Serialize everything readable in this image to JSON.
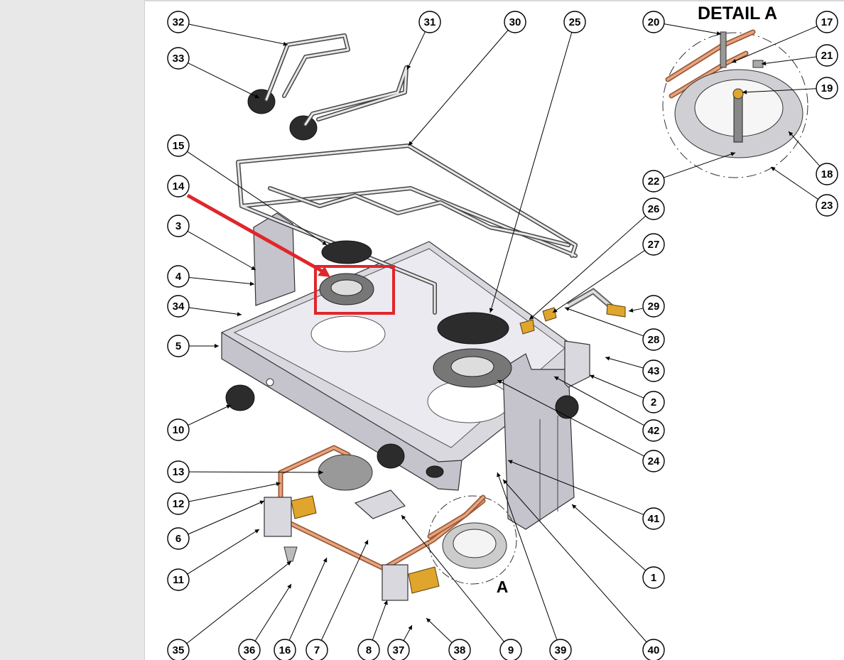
{
  "detail_title": "DETAIL A",
  "detail_marker": "A",
  "callouts": [
    {
      "id": "c32",
      "label": "32"
    },
    {
      "id": "c33",
      "label": "33"
    },
    {
      "id": "c31",
      "label": "31"
    },
    {
      "id": "c30",
      "label": "30"
    },
    {
      "id": "c25",
      "label": "25"
    },
    {
      "id": "c20",
      "label": "20"
    },
    {
      "id": "c17",
      "label": "17"
    },
    {
      "id": "c21",
      "label": "21"
    },
    {
      "id": "c19",
      "label": "19"
    },
    {
      "id": "c18",
      "label": "18"
    },
    {
      "id": "c22",
      "label": "22"
    },
    {
      "id": "c23",
      "label": "23"
    },
    {
      "id": "c15",
      "label": "15"
    },
    {
      "id": "c14",
      "label": "14"
    },
    {
      "id": "c3",
      "label": "3"
    },
    {
      "id": "c4",
      "label": "4"
    },
    {
      "id": "c34",
      "label": "34"
    },
    {
      "id": "c5",
      "label": "5"
    },
    {
      "id": "c26",
      "label": "26"
    },
    {
      "id": "c27",
      "label": "27"
    },
    {
      "id": "c29",
      "label": "29"
    },
    {
      "id": "c28",
      "label": "28"
    },
    {
      "id": "c43",
      "label": "43"
    },
    {
      "id": "c2",
      "label": "2"
    },
    {
      "id": "c42",
      "label": "42"
    },
    {
      "id": "c24",
      "label": "24"
    },
    {
      "id": "c10",
      "label": "10"
    },
    {
      "id": "c13",
      "label": "13"
    },
    {
      "id": "c12",
      "label": "12"
    },
    {
      "id": "c6",
      "label": "6"
    },
    {
      "id": "c11",
      "label": "11"
    },
    {
      "id": "c41",
      "label": "41"
    },
    {
      "id": "c1",
      "label": "1"
    },
    {
      "id": "c35",
      "label": "35"
    },
    {
      "id": "c36",
      "label": "36"
    },
    {
      "id": "c16",
      "label": "16"
    },
    {
      "id": "c7",
      "label": "7"
    },
    {
      "id": "c8",
      "label": "8"
    },
    {
      "id": "c37",
      "label": "37"
    },
    {
      "id": "c38",
      "label": "38"
    },
    {
      "id": "c9",
      "label": "9"
    },
    {
      "id": "c39",
      "label": "39"
    },
    {
      "id": "c40",
      "label": "40"
    }
  ],
  "colors": {
    "highlight": "#e0262b",
    "sidebar": "#e8e8e8",
    "sheet": "#ffffff",
    "copper": "#c97a4c",
    "brass": "#e0a52c"
  }
}
